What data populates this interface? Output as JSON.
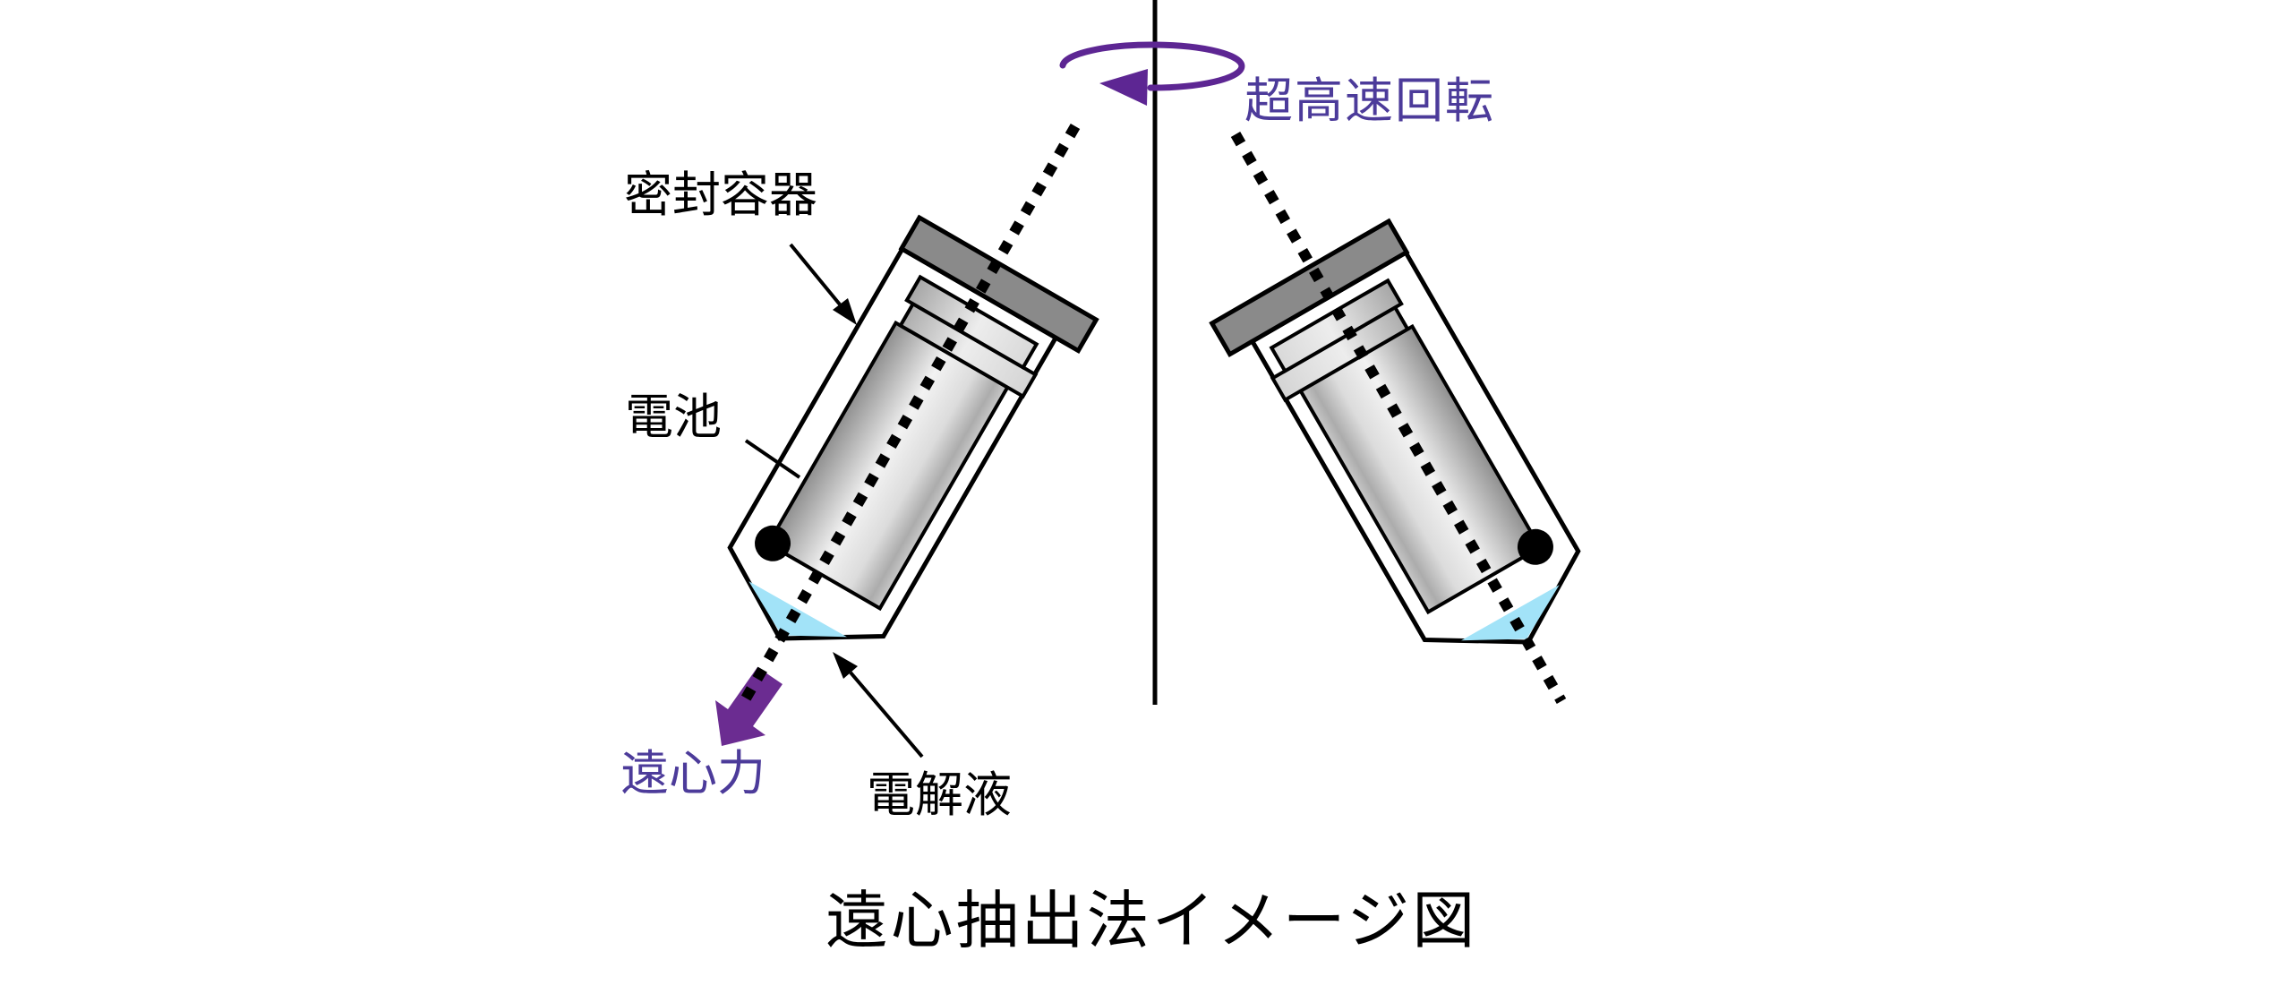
{
  "page": {
    "background": "#ffffff"
  },
  "diagram": {
    "title": "遠心抽出法イメージ図",
    "labels": {
      "rotation": "超高速回転",
      "sealed_container": "密封容器",
      "battery": "電池",
      "centrifugal_force": "遠心力",
      "electrolyte": "電解液"
    },
    "colors": {
      "ink": "#000000",
      "rotation_purple": "#5D2693",
      "text_purple": "#4C3B9A",
      "force_arrow_purple": "#6B2C91",
      "cap_gray": "#8A8A8A",
      "liquid_cyan": "#A2E3F8",
      "vial_white": "#ffffff"
    }
  }
}
